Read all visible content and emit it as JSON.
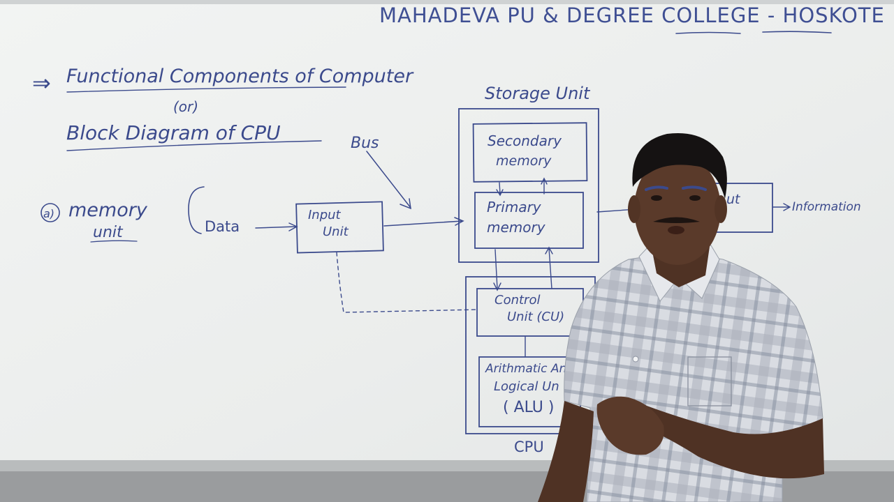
{
  "board": {
    "college_title": "MAHADEVA PU & DEGREE COLLEGE - HOSKOTE",
    "arrow_symbol": "⇒",
    "heading_line1": "Functional Components of Computer",
    "heading_or": "(or)",
    "heading_line2": "Block Diagram of CPU",
    "point_marker": "a)",
    "point_label_line1": "memory",
    "point_label_line2": "unit"
  },
  "diagram": {
    "data_label": "Data",
    "bus_label": "Bus",
    "input_unit_line1": "Input",
    "input_unit_line2": "Unit",
    "storage_unit_label": "Storage Unit",
    "secondary_memory_line1": "Secondary",
    "secondary_memory_line2": "memory",
    "primary_memory_line1": "Primary",
    "primary_memory_line2": "memory",
    "control_unit_line1": "Control",
    "control_unit_line2": "Unit (CU)",
    "alu_line1": "Arithmatic An",
    "alu_line2": "Logical Un",
    "alu_line3": "( ALU )",
    "cpu_label": "CPU",
    "output_partial": "ut",
    "information_label": "Information"
  },
  "colors": {
    "whiteboard": "#eef0ef",
    "marker_ink": "#3b4a8c",
    "board_frame": "#b9bcbd",
    "shirt": "#c9ccd2",
    "skin": "#5a3a2a",
    "hair": "#151212"
  }
}
